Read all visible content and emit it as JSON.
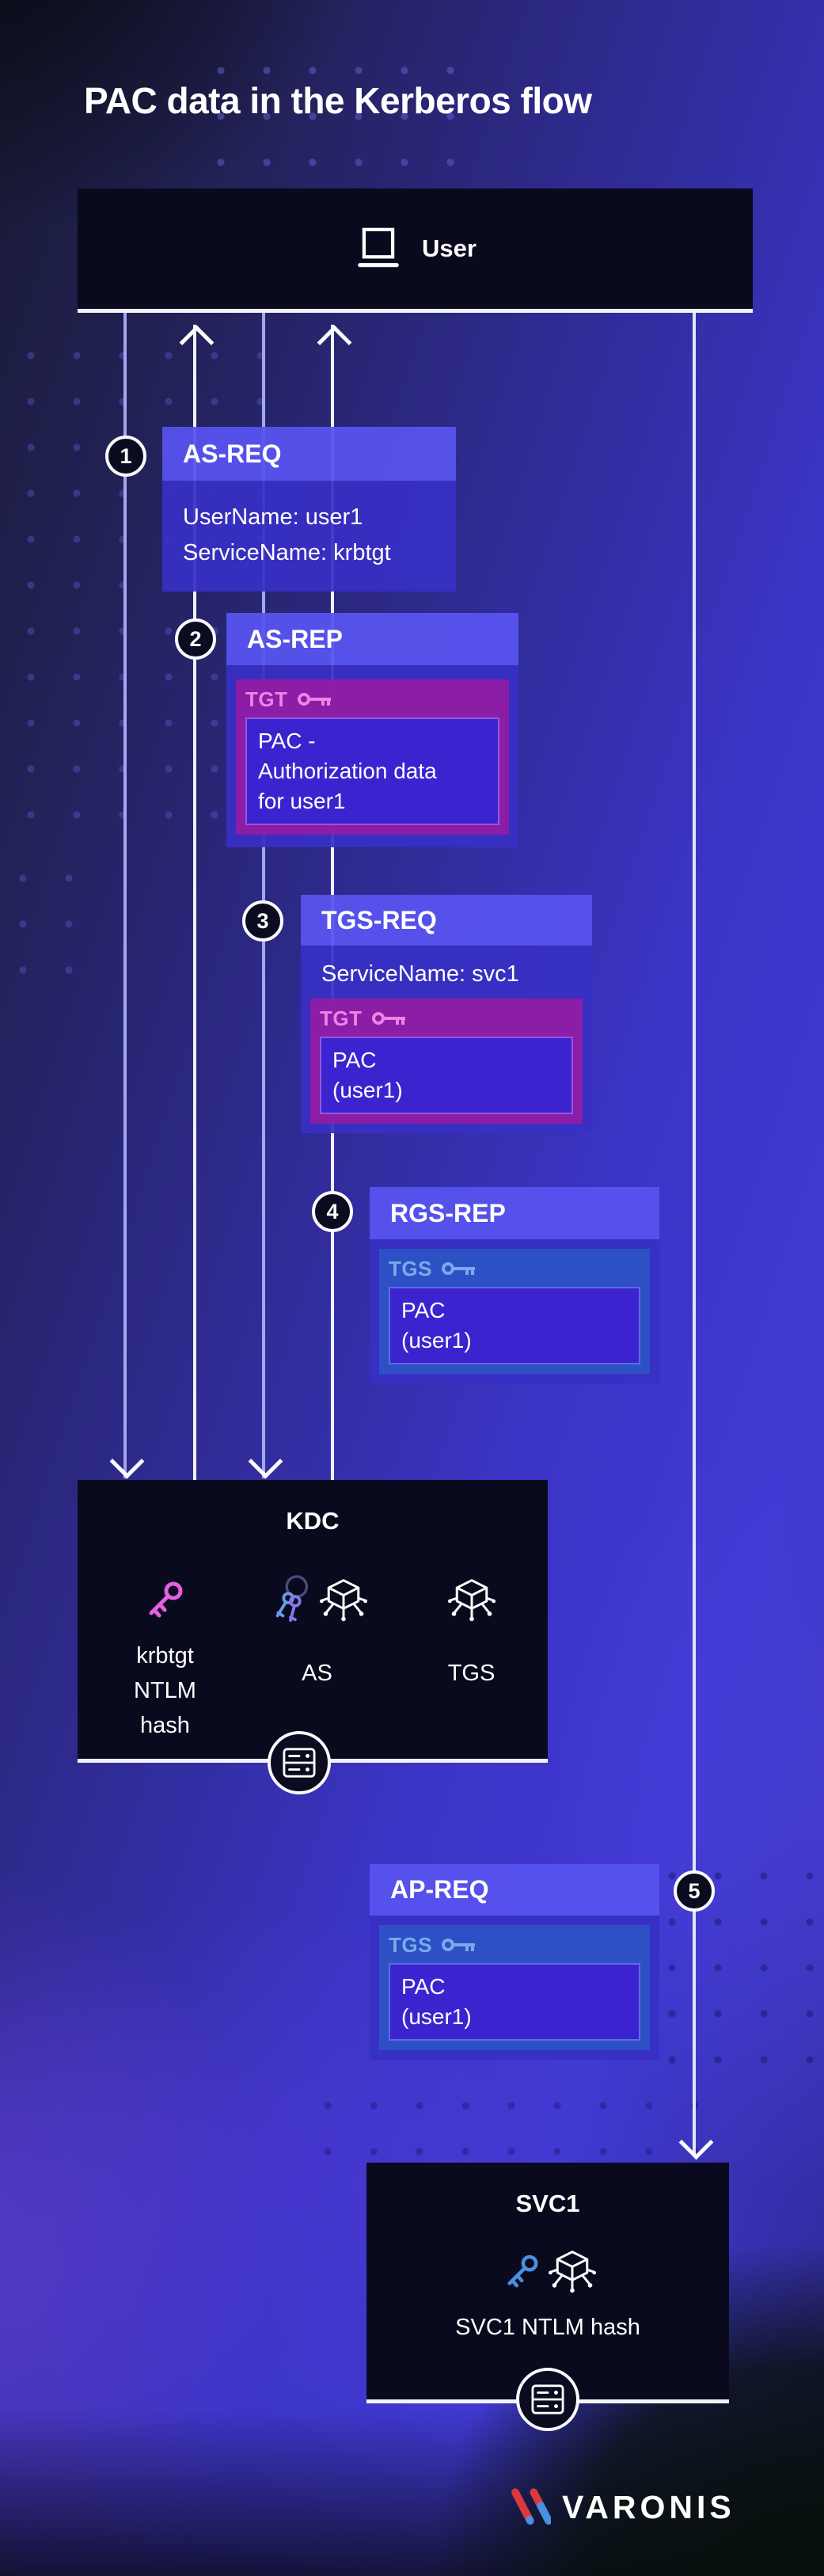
{
  "title": "PAC data in the Kerberos flow",
  "colors": {
    "header_blue": "#5753ee",
    "body_blue": "#382fc4",
    "tgt_fill": "#8e1da6",
    "tgt_label_pink": "#f381e4",
    "tgs_fill": "#2d53c4",
    "tgs_label_blue": "#79abec",
    "pac_fill": "#3b24cf",
    "entity_dark": "#0a0a1e",
    "line_lavender": "#a3a7ef",
    "line_white": "#f0f1fc",
    "key_pink": "#e560e2",
    "key_blue": "#4a90e2",
    "brand_red": "#d93a3c",
    "brand_blue": "#4a8fe2"
  },
  "user": {
    "label": "User",
    "icon": "laptop-icon"
  },
  "steps": [
    {
      "number": "1",
      "title": "AS-REQ",
      "lines": [
        "UserName: user1",
        "ServiceName: krbtgt"
      ]
    },
    {
      "number": "2",
      "title": "AS-REP",
      "ticket": {
        "label": "TGT",
        "icon": "key-icon",
        "pac_lines": [
          "PAC -",
          "Authorization data",
          "for user1"
        ]
      }
    },
    {
      "number": "3",
      "title": "TGS-REQ",
      "lines": [
        "ServiceName: svc1"
      ],
      "ticket": {
        "label": "TGT",
        "icon": "key-icon",
        "pac_lines": [
          "PAC",
          "(user1)"
        ]
      }
    },
    {
      "number": "4",
      "title": "RGS-REP",
      "ticket": {
        "label": "TGS",
        "icon": "key-icon",
        "pac_lines": [
          "PAC",
          "(user1)"
        ]
      }
    },
    {
      "number": "5",
      "title": "AP-REQ",
      "ticket": {
        "label": "TGS",
        "icon": "key-icon",
        "pac_lines": [
          "PAC",
          "(user1)"
        ]
      }
    }
  ],
  "kdc": {
    "label": "KDC",
    "items": [
      {
        "icon": "key-icon",
        "label": "krbtgt NTLM hash"
      },
      {
        "icon": "keys-icon cube-icon",
        "label": "AS"
      },
      {
        "icon": "cube-icon",
        "label": "TGS"
      }
    ],
    "badge_icon": "server-icon"
  },
  "svc1": {
    "label": "SVC1",
    "icons": "key-icon cube-icon",
    "sublabel": "SVC1 NTLM hash",
    "badge_icon": "server-icon"
  },
  "footer": {
    "brand": "VARONIS"
  }
}
